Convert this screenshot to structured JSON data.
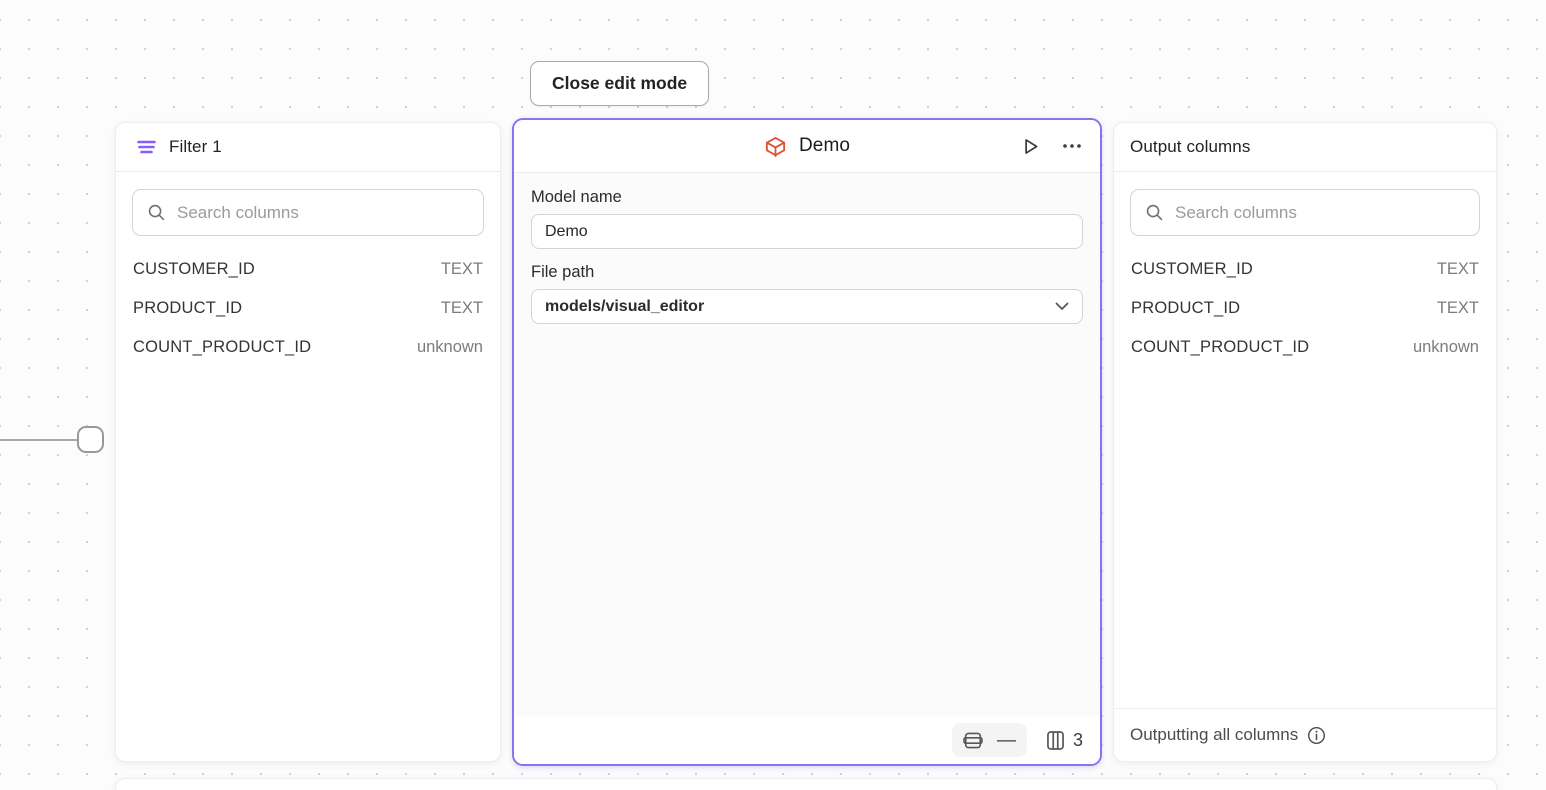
{
  "colors": {
    "accent": "#8476f1",
    "cube": "#df5230",
    "filter-icon": "#8b5cf6"
  },
  "toolbar": {
    "close_button_label": "Close edit mode"
  },
  "filter_node": {
    "title": "Filter 1",
    "search_placeholder": "Search columns",
    "columns": [
      {
        "name": "CUSTOMER_ID",
        "type": "TEXT"
      },
      {
        "name": "PRODUCT_ID",
        "type": "TEXT"
      },
      {
        "name": "COUNT_PRODUCT_ID",
        "type": "unknown"
      }
    ]
  },
  "model_node": {
    "title": "Demo",
    "model_name_label": "Model name",
    "model_name_value": "Demo",
    "file_path_label": "File path",
    "file_path_value": "models/visual_editor",
    "footer": {
      "rows_value": "—",
      "columns_count": "3"
    }
  },
  "output_node": {
    "title": "Output columns",
    "search_placeholder": "Search columns",
    "columns": [
      {
        "name": "CUSTOMER_ID",
        "type": "TEXT"
      },
      {
        "name": "PRODUCT_ID",
        "type": "TEXT"
      },
      {
        "name": "COUNT_PRODUCT_ID",
        "type": "unknown"
      }
    ],
    "footer_text": "Outputting all columns"
  }
}
